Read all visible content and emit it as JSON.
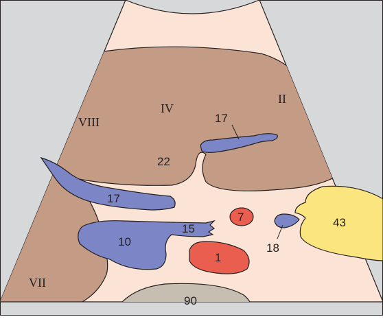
{
  "colors": {
    "frame": "#d7d8da",
    "fan": "#fbe4d6",
    "liver": "#c49b85",
    "vessel": "#7c86c6",
    "artery": "#ea5e4f",
    "yellow": "#fbe57e",
    "bone": "#c7beb2",
    "outline": "#231f20"
  },
  "labels": {
    "viii": "VIII",
    "iv": "IV",
    "ii": "II",
    "vii": "VII",
    "l17_top": "17",
    "l22": "22",
    "l17_mid": "17",
    "l15": "15",
    "l7": "7",
    "l10": "10",
    "l1": "1",
    "l18": "18",
    "l43": "43",
    "l90": "90"
  }
}
